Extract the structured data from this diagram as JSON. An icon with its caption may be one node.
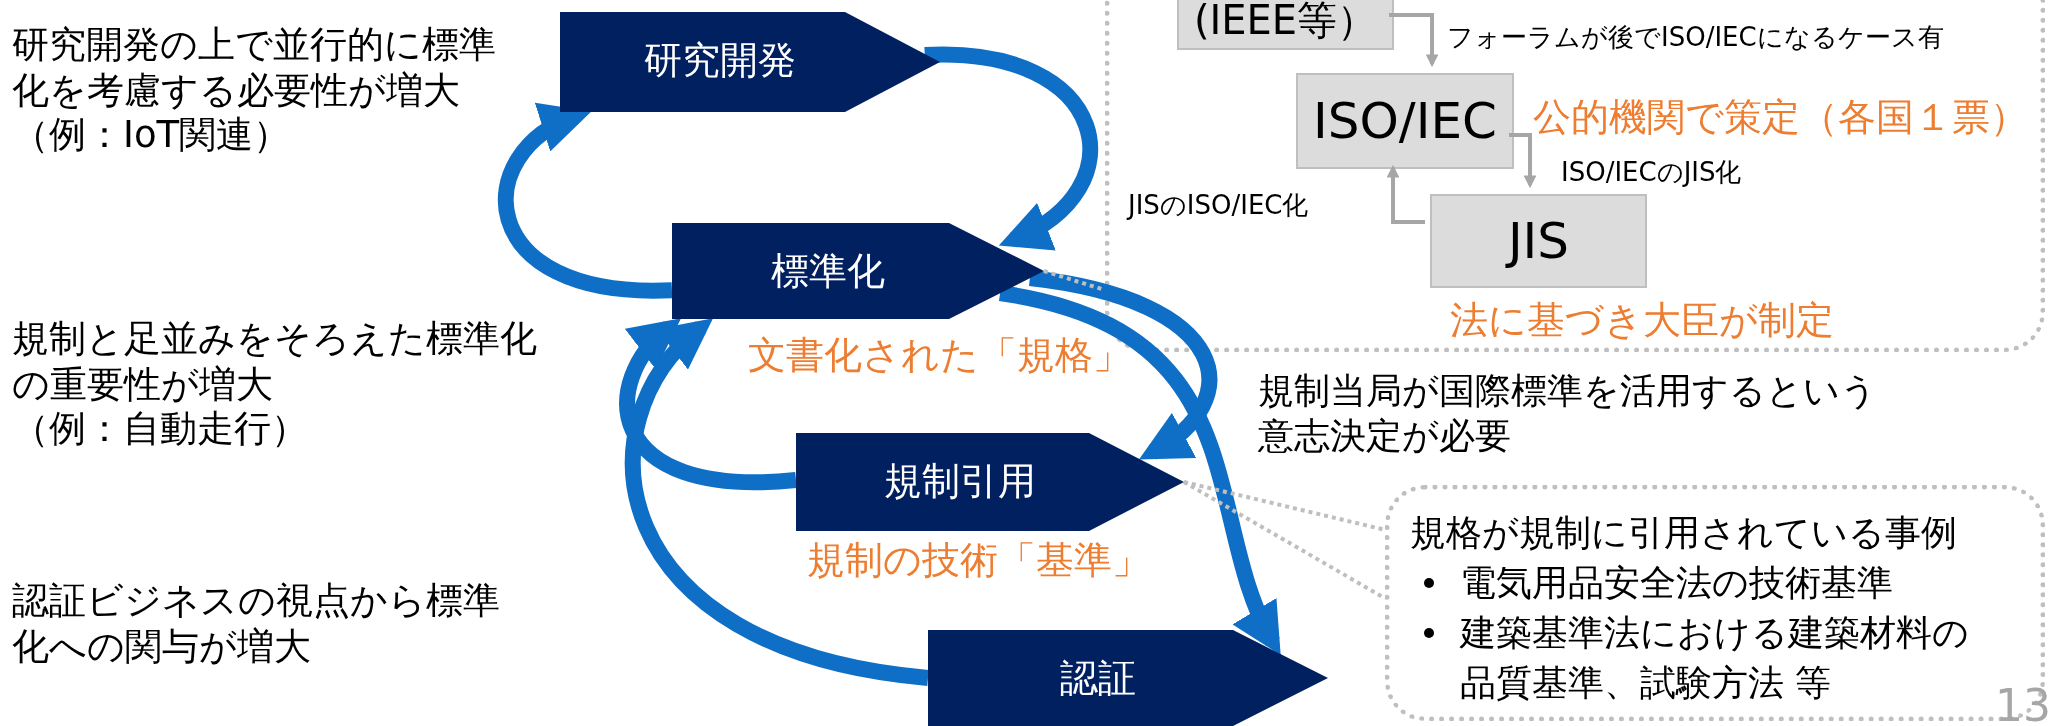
{
  "diagram": {
    "nodes": [
      {
        "text": [
          "研究開発"
        ]
      },
      {
        "text": [
          "標準化"
        ],
        "beside": [
          "文書化された「規格」"
        ]
      },
      {
        "text": [
          "規制引用"
        ],
        "beside": [
          "規制の技術「基準」"
        ]
      },
      {
        "text": [
          "認証"
        ]
      },
      {
        "text": [],
        "shape": "box"
      },
      {
        "text": [
          "(IEEE等）"
        ],
        "in": 4
      },
      {
        "text": [
          "ISO/IEC"
        ],
        "in": 4,
        "beside": [
          "公的機関で策定（各国１票）"
        ]
      },
      {
        "text": [
          "JIS"
        ],
        "in": 4,
        "beside": [
          "法に基づき大臣が制定"
        ]
      },
      {
        "text": [
          "規格が規制に引用されている事例",
          "電気用品安全法の技術基準",
          "建築基準法における建築材料の品質基準、試験方法 等"
        ]
      }
    ],
    "edges": [
      {
        "from": 0,
        "to": 1,
        "arrow": "to",
        "style": "thick"
      },
      {
        "from": 1,
        "to": 0,
        "arrow": "to",
        "style": "thick"
      },
      {
        "from": 1,
        "to": 2,
        "arrow": "to",
        "style": "thick"
      },
      {
        "from": 2,
        "to": 1,
        "arrow": "to",
        "style": "thick"
      },
      {
        "from": 1,
        "to": 3,
        "arrow": "to",
        "style": "thick"
      },
      {
        "from": 3,
        "to": 1,
        "arrow": "to",
        "style": "thick"
      },
      {
        "from": 1,
        "to": 4,
        "arrow": "none",
        "style": "dashed",
        "color": "#bfbfbf"
      },
      {
        "from": 2,
        "to": 8,
        "arrow": "none",
        "style": "dashed",
        "color": "#bfbfbf"
      },
      {
        "from": 2,
        "to": 8,
        "arrow": "none",
        "style": "dashed",
        "color": "#bfbfbf"
      },
      {
        "from": 5,
        "to": 6,
        "arrow": "to",
        "label": "フォーラムが後でISO/IECになるケース有",
        "color": "#a6a6a6"
      },
      {
        "from": 6,
        "to": 7,
        "arrow": "to",
        "label": "ISO/IECのJIS化",
        "color": "#a6a6a6"
      },
      {
        "from": 7,
        "to": 6,
        "arrow": "to",
        "label": "JISのISO/IEC化",
        "color": "#a6a6a6"
      }
    ],
    "labels": [
      "研究開発の上で並行的に標準化を考慮する必要性が増大",
      "（例：IoT関連）",
      "規制と足並みをそろえた標準化の重要性が増大",
      "（例：自動走行）",
      "認証ビジネスの視点から標準化への関与が増大",
      "規制当局が国際標準を活用するという意志決定が必要",
      "13"
    ]
  }
}
